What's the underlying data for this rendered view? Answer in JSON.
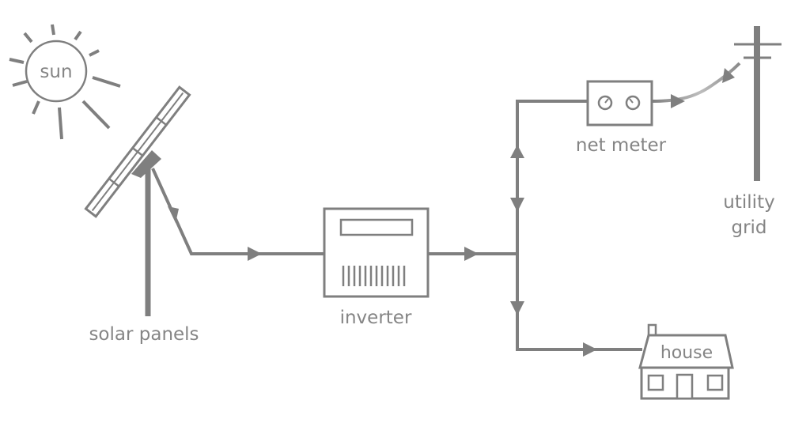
{
  "labels": {
    "sun": "sun",
    "solar_panels": "solar panels",
    "inverter": "inverter",
    "net_meter": "net meter",
    "utility_grid_line1": "utility",
    "utility_grid_line2": "grid",
    "house": "house"
  },
  "colors": {
    "stroke": "#7f7f7f",
    "text": "#858585",
    "background": "#ffffff"
  },
  "icons": [
    "sun-icon",
    "solar-panel-icon",
    "inverter-icon",
    "net-meter-icon",
    "utility-pole-icon",
    "house-icon",
    "flow-arrow-icon"
  ]
}
